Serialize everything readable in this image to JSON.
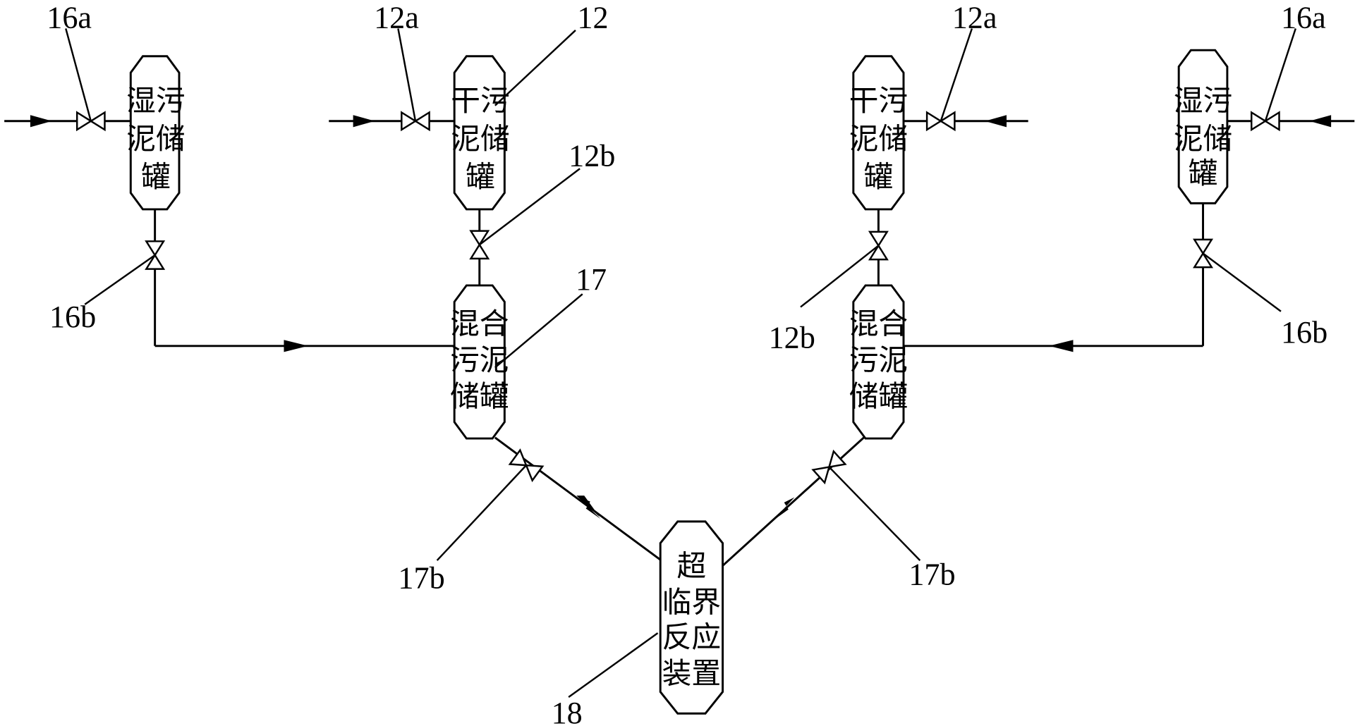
{
  "labels": {
    "valve_16a_left": "16a",
    "valve_12a_left": "12a",
    "tank_12": "12",
    "valve_12a_right": "12a",
    "valve_16a_right": "16a",
    "valve_12b_left": "12b",
    "mixed_tank_17": "17",
    "valve_16b_left": "16b",
    "valve_12b_right": "12b",
    "valve_16b_right": "16b",
    "valve_17b_left": "17b",
    "valve_17b_right": "17b",
    "reactor_18": "18"
  },
  "tanks": {
    "wet_left": [
      "湿污",
      "泥储",
      "罐"
    ],
    "dry_left": [
      "干污",
      "泥储",
      "罐"
    ],
    "dry_right": [
      "干污",
      "泥储",
      "罐"
    ],
    "wet_right": [
      "湿污",
      "泥储",
      "罐"
    ],
    "mixed_left": [
      "混合",
      "污泥",
      "储罐"
    ],
    "mixed_right": [
      "混合",
      "污泥",
      "储罐"
    ],
    "reactor": [
      "超",
      "临界",
      "反应",
      "装置"
    ]
  }
}
